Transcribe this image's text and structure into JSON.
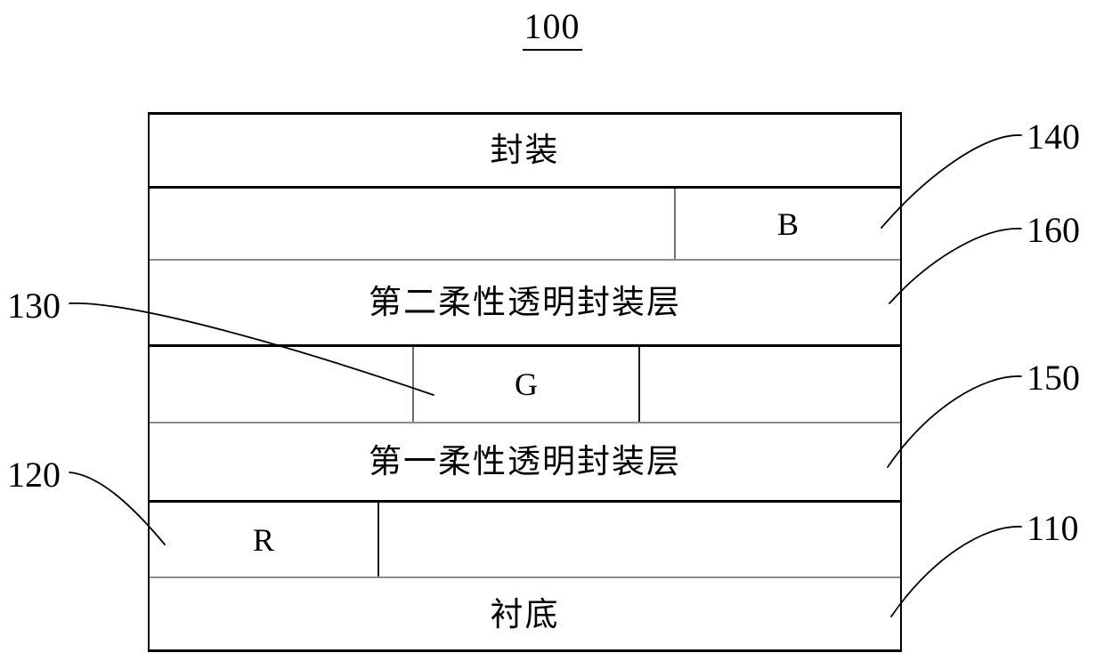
{
  "figure": {
    "title": "100",
    "title_underlined": true,
    "background_color": "#ffffff",
    "line_color": "#000000"
  },
  "stack": {
    "name": "display-panel-cross-section",
    "bands": [
      {
        "id": "encapsulation",
        "ref": "140",
        "cells": [
          {
            "label": "封装",
            "script": "cn",
            "width_pct": 100
          }
        ]
      },
      {
        "id": "blue-subpixel-row",
        "ref": "160",
        "cells": [
          {
            "label": "",
            "script": "cn",
            "width_pct": 70.1
          },
          {
            "label": "B",
            "script": "latin",
            "width_pct": 29.9
          }
        ]
      },
      {
        "id": "second-flexible-transparent-encapsulation-layer",
        "ref": "",
        "cells": [
          {
            "label": "第二柔性透明封装层",
            "script": "cn",
            "width_pct": 100
          }
        ]
      },
      {
        "id": "green-subpixel-row",
        "ref": "130",
        "cells": [
          {
            "label": "",
            "script": "cn",
            "width_pct": 35.2
          },
          {
            "label": "G",
            "script": "latin",
            "width_pct": 30.2
          },
          {
            "label": "",
            "script": "cn",
            "width_pct": 34.6
          }
        ]
      },
      {
        "id": "first-flexible-transparent-encapsulation-layer",
        "ref": "150",
        "cells": [
          {
            "label": "第一柔性透明封装层",
            "script": "cn",
            "width_pct": 100
          }
        ]
      },
      {
        "id": "red-subpixel-row",
        "ref": "120",
        "cells": [
          {
            "label": "R",
            "script": "latin",
            "width_pct": 30.6
          },
          {
            "label": "",
            "script": "cn",
            "width_pct": 69.4
          }
        ]
      },
      {
        "id": "substrate",
        "ref": "110",
        "cells": [
          {
            "label": "衬底",
            "script": "cn",
            "width_pct": 100
          }
        ]
      }
    ]
  },
  "reference_numbers": [
    {
      "id": "ref-140",
      "text": "140",
      "side": "right"
    },
    {
      "id": "ref-160",
      "text": "160",
      "side": "right"
    },
    {
      "id": "ref-150",
      "text": "150",
      "side": "right"
    },
    {
      "id": "ref-110",
      "text": "110",
      "side": "right"
    },
    {
      "id": "ref-130",
      "text": "130",
      "side": "left"
    },
    {
      "id": "ref-120",
      "text": "120",
      "side": "left"
    }
  ]
}
